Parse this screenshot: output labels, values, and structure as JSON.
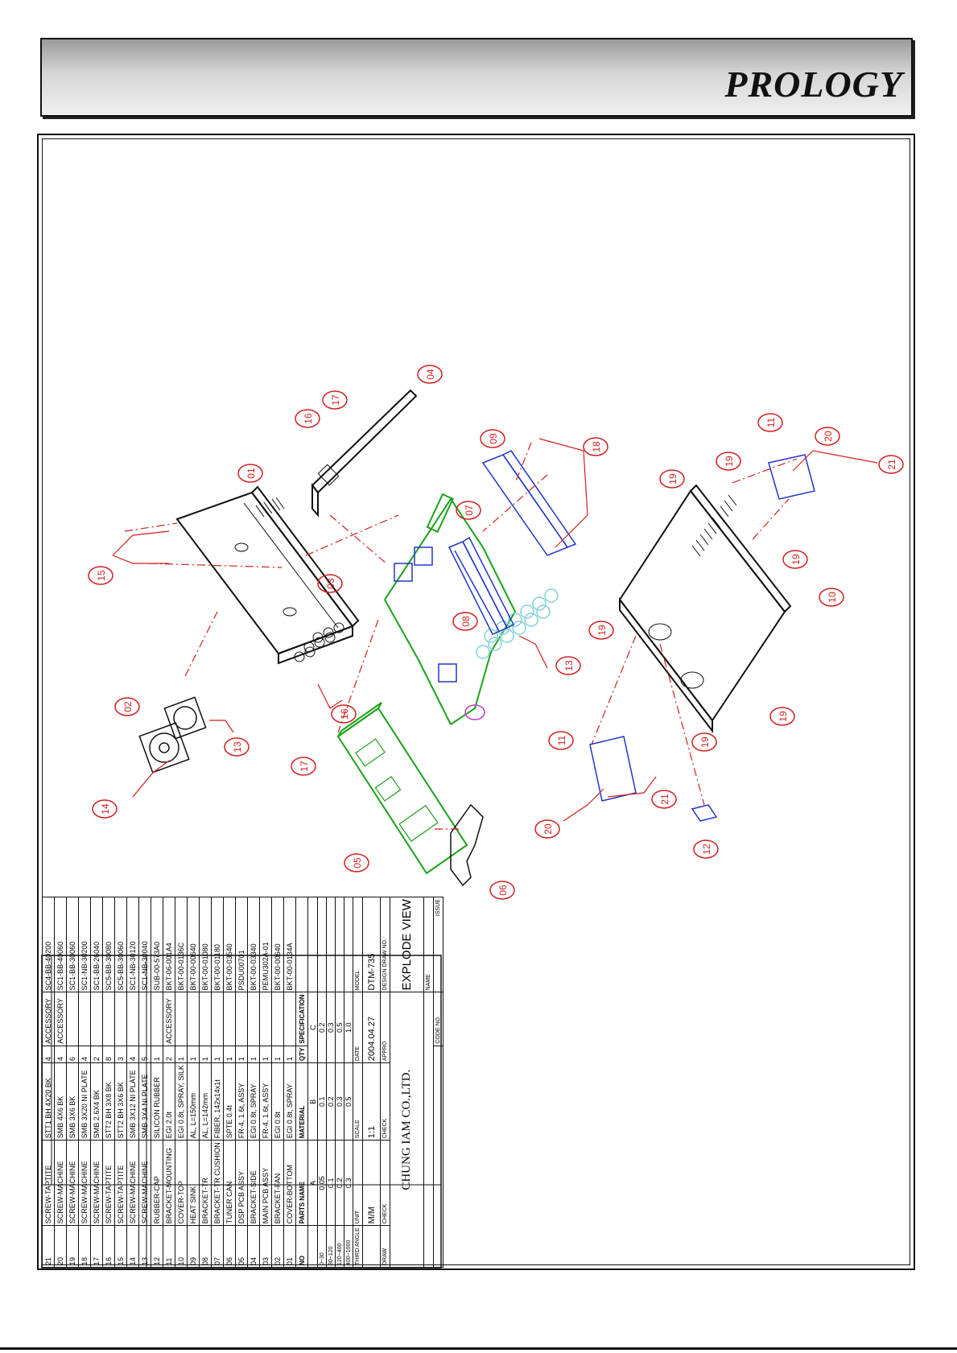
{
  "brand": "PROLOGY",
  "callouts": [
    "01",
    "02",
    "03",
    "04",
    "05",
    "06",
    "07",
    "08",
    "09",
    "10",
    "11",
    "12",
    "13",
    "14",
    "15",
    "16",
    "17",
    "18",
    "19",
    "20",
    "21"
  ],
  "title_block": {
    "columns": {
      "no": "NO",
      "name": "PARTS NAME",
      "material": "MATERIAL",
      "qty": "QTY",
      "spec": "SPECIFICATION",
      "code": ""
    },
    "parts": [
      {
        "no": "21",
        "name": "SCREW-TAPTITE",
        "material": "STT1 BH 4X20 BK",
        "qty": "4",
        "spec": "ACCESSORY",
        "code": "SC4-BB-40200"
      },
      {
        "no": "20",
        "name": "SCREW-MACHINE",
        "material": "SMB 4X6 BK",
        "qty": "4",
        "spec": "ACCESSORY",
        "code": "SC1-BB-40060"
      },
      {
        "no": "19",
        "name": "SCREW-MACHINE",
        "material": "SMB 3X6 BK",
        "qty": "6",
        "spec": "",
        "code": "SC1-BB-30060"
      },
      {
        "no": "18",
        "name": "SCREW-MACHINE",
        "material": "SMB 3X20 NI PLATE",
        "qty": "4",
        "spec": "",
        "code": "SC1-NB-30200"
      },
      {
        "no": "17",
        "name": "SCREW-MACHINE",
        "material": "SMB 2.6X4 BK",
        "qty": "2",
        "spec": "",
        "code": "SC1-BB-26040"
      },
      {
        "no": "16",
        "name": "SCREW-TAPTITE",
        "material": "STT2 BH 3X8 BK",
        "qty": "8",
        "spec": "",
        "code": "SC5-BB-30080"
      },
      {
        "no": "15",
        "name": "SCREW-TAPTITE",
        "material": "STT2 BH 3X6 BK",
        "qty": "3",
        "spec": "",
        "code": "SC5-BB-30060"
      },
      {
        "no": "14",
        "name": "SCREW-MACHINE",
        "material": "SMB 3X12 NI PLATE",
        "qty": "4",
        "spec": "",
        "code": "SC1-NB-30120"
      },
      {
        "no": "13",
        "name": "SCREW-MACHINE",
        "material": "SMB 3X4 NI PLATE",
        "qty": "5",
        "spec": "",
        "code": "SC1-NB-30040"
      },
      {
        "no": "12",
        "name": "RUBBER-CAP",
        "material": "SILICON RUBBER",
        "qty": "1",
        "spec": "",
        "code": "SUB-00-573A0"
      },
      {
        "no": "11",
        "name": "BRACKET-MOUNTING",
        "material": "EGI 2.0t",
        "qty": "2",
        "spec": "ACCESSORY",
        "code": "BKT-06-001A4"
      },
      {
        "no": "10",
        "name": "COVER-TOP",
        "material": "EGI 0.8t, SPRAY, SILK",
        "qty": "1",
        "spec": "",
        "code": "BKT-00-0136C"
      },
      {
        "no": "09",
        "name": "HEAT SINK",
        "material": "AL, L=150mm",
        "qty": "1",
        "spec": "",
        "code": "BKT-00-00640"
      },
      {
        "no": "08",
        "name": "BRACKET-TR",
        "material": "AL, L=142mm",
        "qty": "1",
        "spec": "",
        "code": "BKT-00-01080"
      },
      {
        "no": "07",
        "name": "BRACKET-TR CUSHION",
        "material": "FIBER, 142x14x1t",
        "qty": "1",
        "spec": "",
        "code": "BKT-00-01180"
      },
      {
        "no": "06",
        "name": "TUNER CAN",
        "material": "SPTE 0.4t",
        "qty": "1",
        "spec": "",
        "code": "BKT-00-03540"
      },
      {
        "no": "05",
        "name": "DSP PCB ASSY",
        "material": "FR-4, 1.6t, ASSY",
        "qty": "1",
        "spec": "",
        "code": "PSDU00701"
      },
      {
        "no": "04",
        "name": "BRACKET-SIDE",
        "material": "EGI 0.8t, SPRAY",
        "qty": "1",
        "spec": "",
        "code": "BKT-00-03340"
      },
      {
        "no": "03",
        "name": "MAIN PCB ASSY",
        "material": "FR-4, 1.6t, ASSY",
        "qty": "1",
        "spec": "",
        "code": "PEMU302A-01"
      },
      {
        "no": "02",
        "name": "BRACKET-FAN",
        "material": "EGI 0.8t",
        "qty": "1",
        "spec": "",
        "code": "BKT-00-00640"
      },
      {
        "no": "01",
        "name": "COVER-BOTTOM",
        "material": "EGI 0.8t, SPRAY",
        "qty": "1",
        "spec": "",
        "code": "BKT-00-0134A"
      }
    ],
    "tolerance_header": [
      "A",
      "B",
      "C"
    ],
    "tolerance_rows": [
      {
        "range": "0~30",
        "a": "0.05",
        "b": "0.1",
        "c": "0.2"
      },
      {
        "range": "30~120",
        "a": "0.1",
        "b": "0.2",
        "c": "0.3"
      },
      {
        "range": "120~400",
        "a": "0.2",
        "b": "0.3",
        "c": "0.5"
      },
      {
        "range": "400~1000",
        "a": "0.3",
        "b": "0.5",
        "c": "1.0"
      }
    ],
    "third_angle": "THIRD ANGLE",
    "unit_label": "UNIT",
    "unit": "M/M",
    "scale_label": "SCALE",
    "scale": "1:1",
    "date_label": "DATE",
    "date": "2004.04.27",
    "draw_label": "DRAW",
    "check_label": "CHECK",
    "check2_label": "CHECK",
    "appro_label": "APPRO",
    "company": "CHUNG IAM CO.,LTD.",
    "model_label": "MODEL",
    "model": "DTM-735",
    "design_label": "DESIGN DRAW NO.",
    "name_label": "NAME",
    "drawing_name": "EXPLODE VIEW",
    "code_label": "CODE NO.",
    "issue_label": "ISSUE"
  }
}
